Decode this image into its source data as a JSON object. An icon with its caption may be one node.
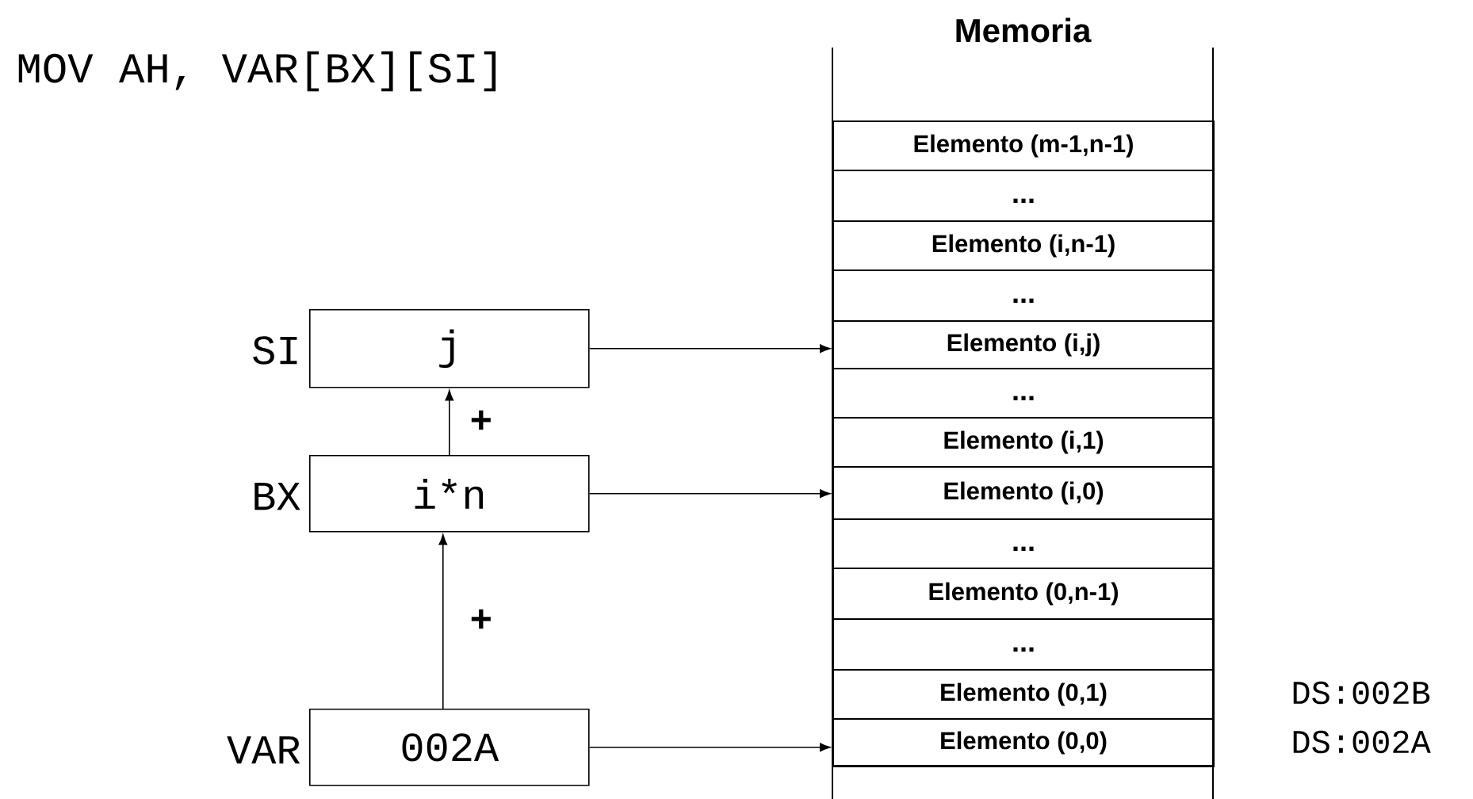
{
  "diagram": {
    "nodes": [
      {
        "text": [
          "Memoria"
        ]
      },
      {
        "text": [
          "Elemento (m-1,n-1)"
        ],
        "in": 0
      },
      {
        "text": [
          "..."
        ],
        "in": 0
      },
      {
        "text": [
          "Elemento (i,n-1)"
        ],
        "in": 0
      },
      {
        "text": [
          "..."
        ],
        "in": 0
      },
      {
        "text": [
          "Elemento (i,j)"
        ],
        "in": 0
      },
      {
        "text": [
          "..."
        ],
        "in": 0
      },
      {
        "text": [
          "Elemento (i,1)"
        ],
        "in": 0
      },
      {
        "text": [
          "Elemento (i,0)"
        ],
        "in": 0
      },
      {
        "text": [
          "..."
        ],
        "in": 0
      },
      {
        "text": [
          "Elemento (0,n-1)"
        ],
        "in": 0
      },
      {
        "text": [
          "..."
        ],
        "in": 0
      },
      {
        "text": [
          "Elemento (0,1)"
        ],
        "in": 0
      },
      {
        "text": [
          "Elemento (0,0)"
        ],
        "in": 0
      },
      {
        "text": [
          "j"
        ],
        "beside": [
          "SI"
        ]
      },
      {
        "text": [
          "i*n"
        ],
        "beside": [
          "BX"
        ]
      },
      {
        "text": [
          "002A"
        ],
        "beside": [
          "VAR"
        ]
      }
    ],
    "edges": [
      {
        "from": 15,
        "to": 14,
        "arrow": "to",
        "label": "+"
      },
      {
        "from": 16,
        "to": 15,
        "arrow": "to",
        "label": "+"
      },
      {
        "from": 14,
        "to": 5,
        "arrow": "to"
      },
      {
        "from": 15,
        "to": 8,
        "arrow": "to"
      },
      {
        "from": 16,
        "to": 13,
        "arrow": "to"
      }
    ],
    "labels": [
      "MOV AH, VAR[BX][SI]",
      "DS:002B",
      "DS:002A"
    ]
  }
}
